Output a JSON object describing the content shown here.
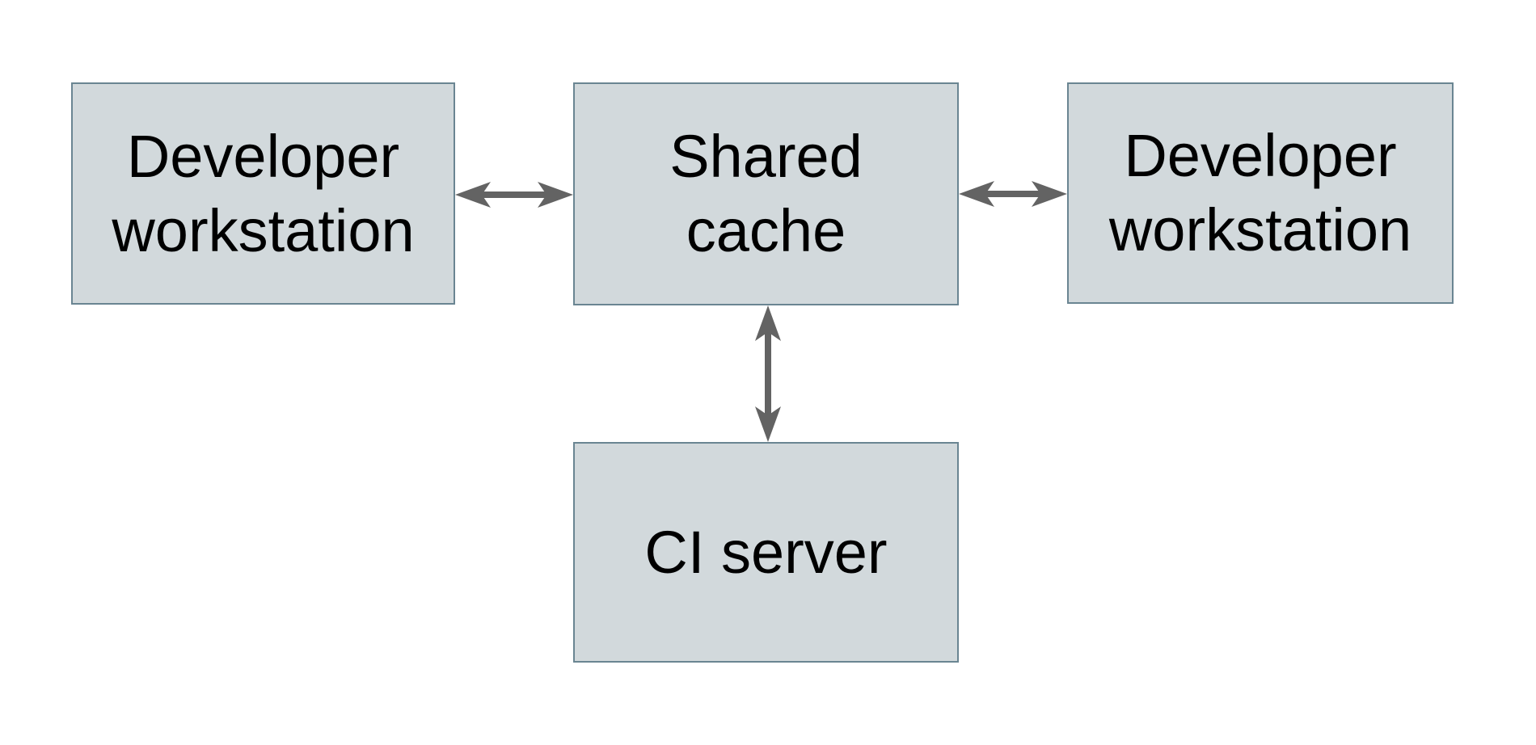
{
  "diagram": {
    "title": "",
    "nodes": [
      {
        "id": "developer-workstation-left",
        "label": "Developer\nworkstation"
      },
      {
        "id": "shared-cache",
        "label": "Shared\ncache"
      },
      {
        "id": "developer-workstation-right",
        "label": "Developer\nworkstation"
      },
      {
        "id": "ci-server",
        "label": "CI server"
      }
    ],
    "edges": [
      {
        "from": "developer-workstation-left",
        "to": "shared-cache",
        "bidirectional": true
      },
      {
        "from": "shared-cache",
        "to": "developer-workstation-right",
        "bidirectional": true
      },
      {
        "from": "shared-cache",
        "to": "ci-server",
        "bidirectional": true
      }
    ],
    "colors": {
      "background": "#ffffff",
      "node_fill": "#d2d9dc",
      "node_border": "#6a8592",
      "arrow": "#636363",
      "text": "#000000"
    }
  }
}
